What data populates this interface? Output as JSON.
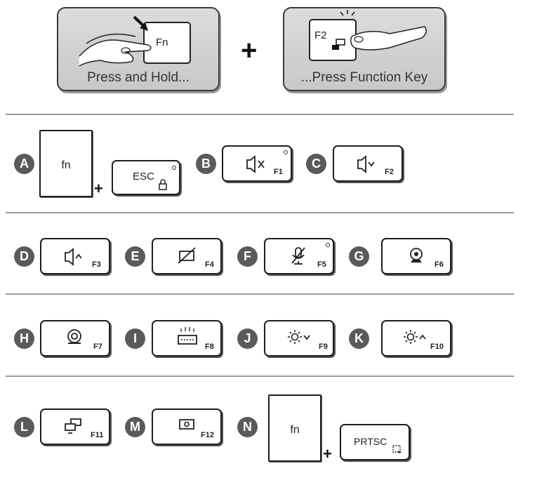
{
  "header": {
    "step1": {
      "key_label": "Fn",
      "caption": "Press and Hold..."
    },
    "plus": "+",
    "step2": {
      "key_label": "F2",
      "caption": "...Press Function Key"
    }
  },
  "combos": [
    {
      "letter": "A",
      "fn": "fn",
      "plus": "+",
      "key": "ESC",
      "icon": "lock-icon"
    },
    {
      "letter": "B",
      "key": "F1",
      "icon": "speaker-mute-icon"
    },
    {
      "letter": "C",
      "key": "F2",
      "icon": "volume-down-icon"
    },
    {
      "letter": "D",
      "key": "F3",
      "icon": "volume-up-icon"
    },
    {
      "letter": "E",
      "key": "F4",
      "icon": "touchpad-off-icon"
    },
    {
      "letter": "F",
      "key": "F5",
      "icon": "mic-mute-icon"
    },
    {
      "letter": "G",
      "key": "F6",
      "icon": "webcam-icon"
    },
    {
      "letter": "H",
      "key": "F7",
      "icon": "camera-shutter-icon"
    },
    {
      "letter": "I",
      "key": "F8",
      "icon": "keyboard-backlight-icon"
    },
    {
      "letter": "J",
      "key": "F9",
      "icon": "brightness-down-icon"
    },
    {
      "letter": "K",
      "key": "F10",
      "icon": "brightness-up-icon"
    },
    {
      "letter": "L",
      "key": "F11",
      "icon": "display-switch-icon"
    },
    {
      "letter": "M",
      "key": "F12",
      "icon": "screen-icon"
    },
    {
      "letter": "N",
      "fn": "fn",
      "plus": "+",
      "key": "PRTSC",
      "icon": "screenshot-icon"
    }
  ]
}
